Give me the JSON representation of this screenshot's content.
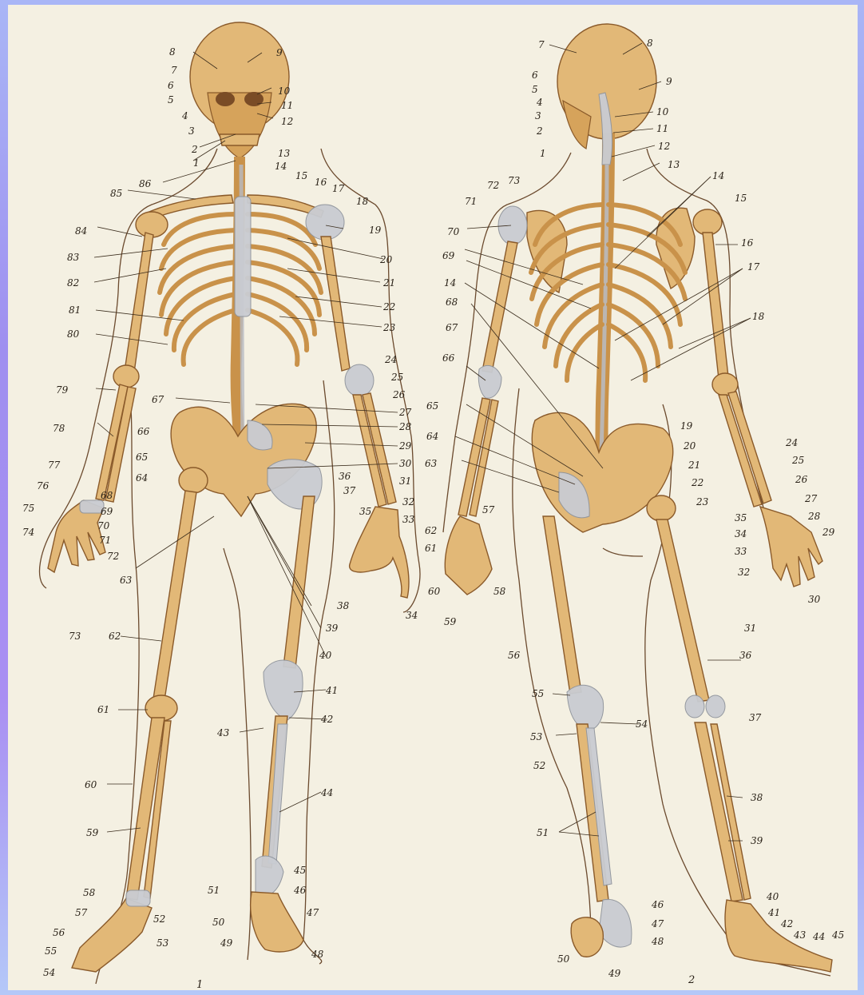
{
  "figure": {
    "panel_numbers": [
      "1",
      "2"
    ],
    "anterior_labels": [
      "1",
      "2",
      "3",
      "4",
      "5",
      "6",
      "7",
      "8",
      "9",
      "10",
      "11",
      "12",
      "13",
      "14",
      "15",
      "16",
      "17",
      "18",
      "19",
      "20",
      "21",
      "22",
      "23",
      "24",
      "25",
      "26",
      "27",
      "28",
      "29",
      "30",
      "31",
      "32",
      "33",
      "34",
      "35",
      "36",
      "37",
      "38",
      "39",
      "40",
      "41",
      "42",
      "43",
      "44",
      "48",
      "45",
      "46",
      "47",
      "49",
      "50",
      "51",
      "52",
      "53",
      "54",
      "55",
      "56",
      "57",
      "58",
      "59",
      "60",
      "61",
      "62",
      "63",
      "64",
      "65",
      "66",
      "67",
      "68",
      "69",
      "70",
      "71",
      "72",
      "73",
      "74",
      "75",
      "76",
      "77",
      "78",
      "79",
      "80",
      "81",
      "82",
      "83",
      "84",
      "85",
      "86"
    ],
    "posterior_labels": [
      "1",
      "2",
      "3",
      "4",
      "5",
      "6",
      "7",
      "8",
      "9",
      "10",
      "11",
      "12",
      "13",
      "14",
      "15",
      "16",
      "17",
      "18",
      "19",
      "20",
      "21",
      "22",
      "23",
      "24",
      "25",
      "26",
      "27",
      "28",
      "29",
      "30",
      "31",
      "32",
      "33",
      "34",
      "35",
      "36",
      "37",
      "38",
      "39",
      "40",
      "41",
      "42",
      "43",
      "44",
      "45",
      "46",
      "47",
      "48",
      "49",
      "50",
      "51",
      "52",
      "53",
      "54",
      "55",
      "56",
      "57",
      "58",
      "59",
      "60",
      "61",
      "62",
      "63",
      "64",
      "65",
      "66",
      "67",
      "68",
      "69",
      "70",
      "71",
      "72",
      "73",
      "14"
    ]
  },
  "colors": {
    "background": "#f4f0e2",
    "bone": "#e2b877",
    "ligament": "#c9ccd2",
    "outline": "#6b4a2e"
  }
}
